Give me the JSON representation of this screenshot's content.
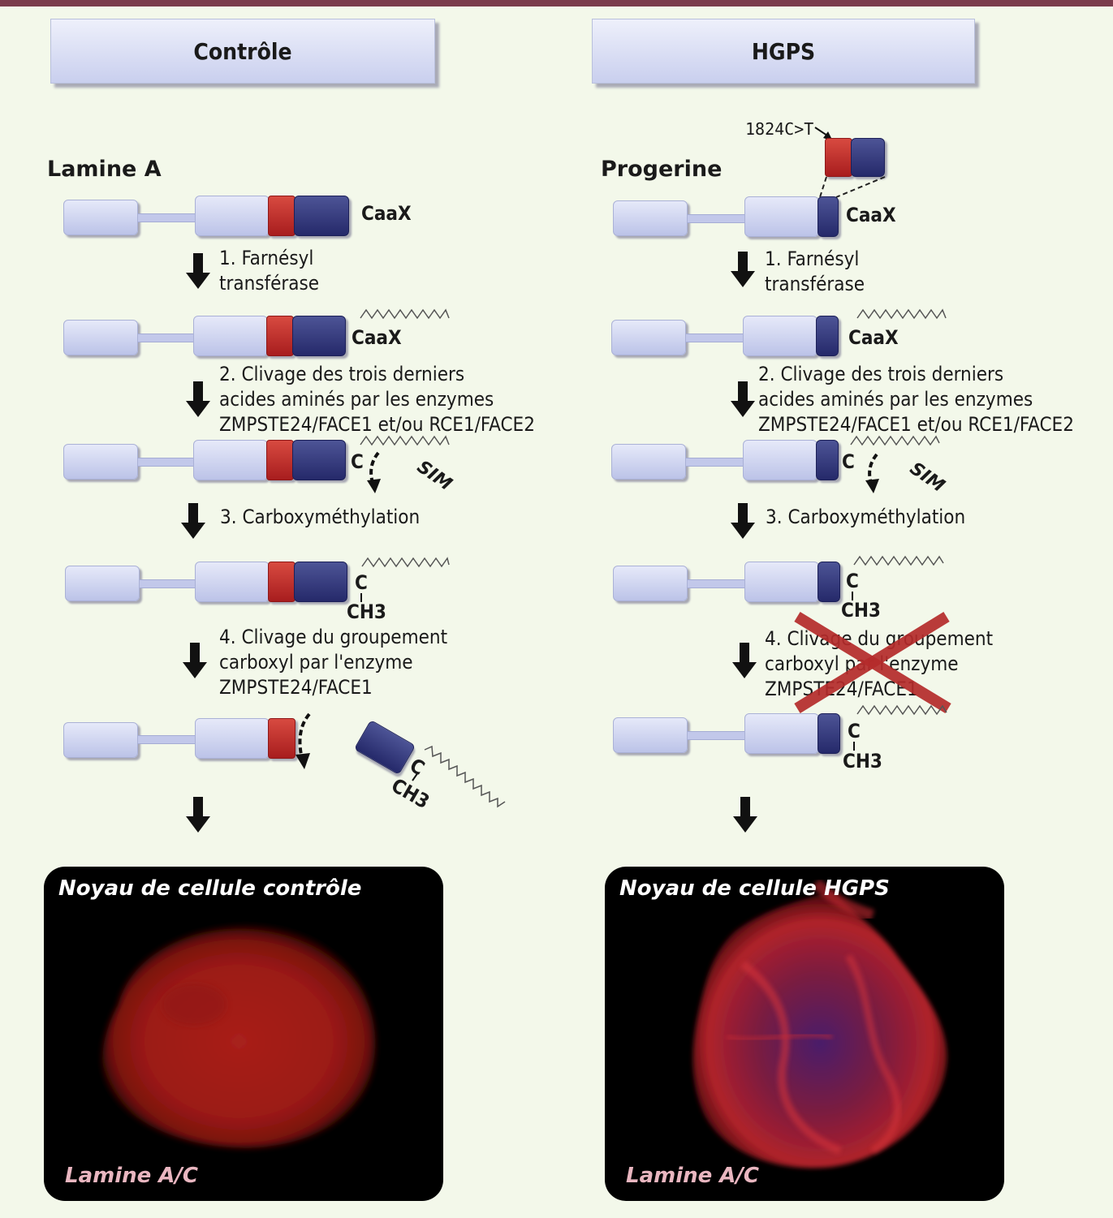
{
  "headers": {
    "control": "Contrôle",
    "hgps": "HGPS"
  },
  "proteins": {
    "control": "Lamine A",
    "hgps": "Progerine"
  },
  "mutation": "1824C>T",
  "motif": "CaaX",
  "residue_c": "C",
  "methyl": "CH3",
  "sim": "SIM",
  "steps": {
    "s1_l1": "1. Farnésyl",
    "s1_l2": "transférase",
    "s2_l1": "2. Clivage des trois derniers",
    "s2_l2": "acides aminés par les enzymes",
    "s2_l3": "ZMPSTE24/FACE1 et/ou RCE1/FACE2",
    "s3": "3. Carboxyméthylation",
    "s4_l1": "4. Clivage du groupement",
    "s4_l2": "carboxyl par l'enzyme",
    "s4_l3": "ZMPSTE24/FACE1"
  },
  "panels": {
    "control_title": "Noyau de cellule contrôle",
    "hgps_title": "Noyau de cellule HGPS",
    "stain": "Lamine A/C"
  },
  "colors": {
    "top_bar": "#7b3c4c",
    "background": "#f3f8ea",
    "header_fill": "#c9cfee",
    "domain_light": "#c9cfee",
    "domain_red": "#c0302c",
    "domain_navy": "#2e3378",
    "block_cross": "#b52b2b",
    "stain_text": "#e9b6c0"
  },
  "icons": [
    "down-arrow-icon",
    "curved-arrow-icon",
    "farnesyl-chain-icon",
    "block-cross-icon"
  ]
}
